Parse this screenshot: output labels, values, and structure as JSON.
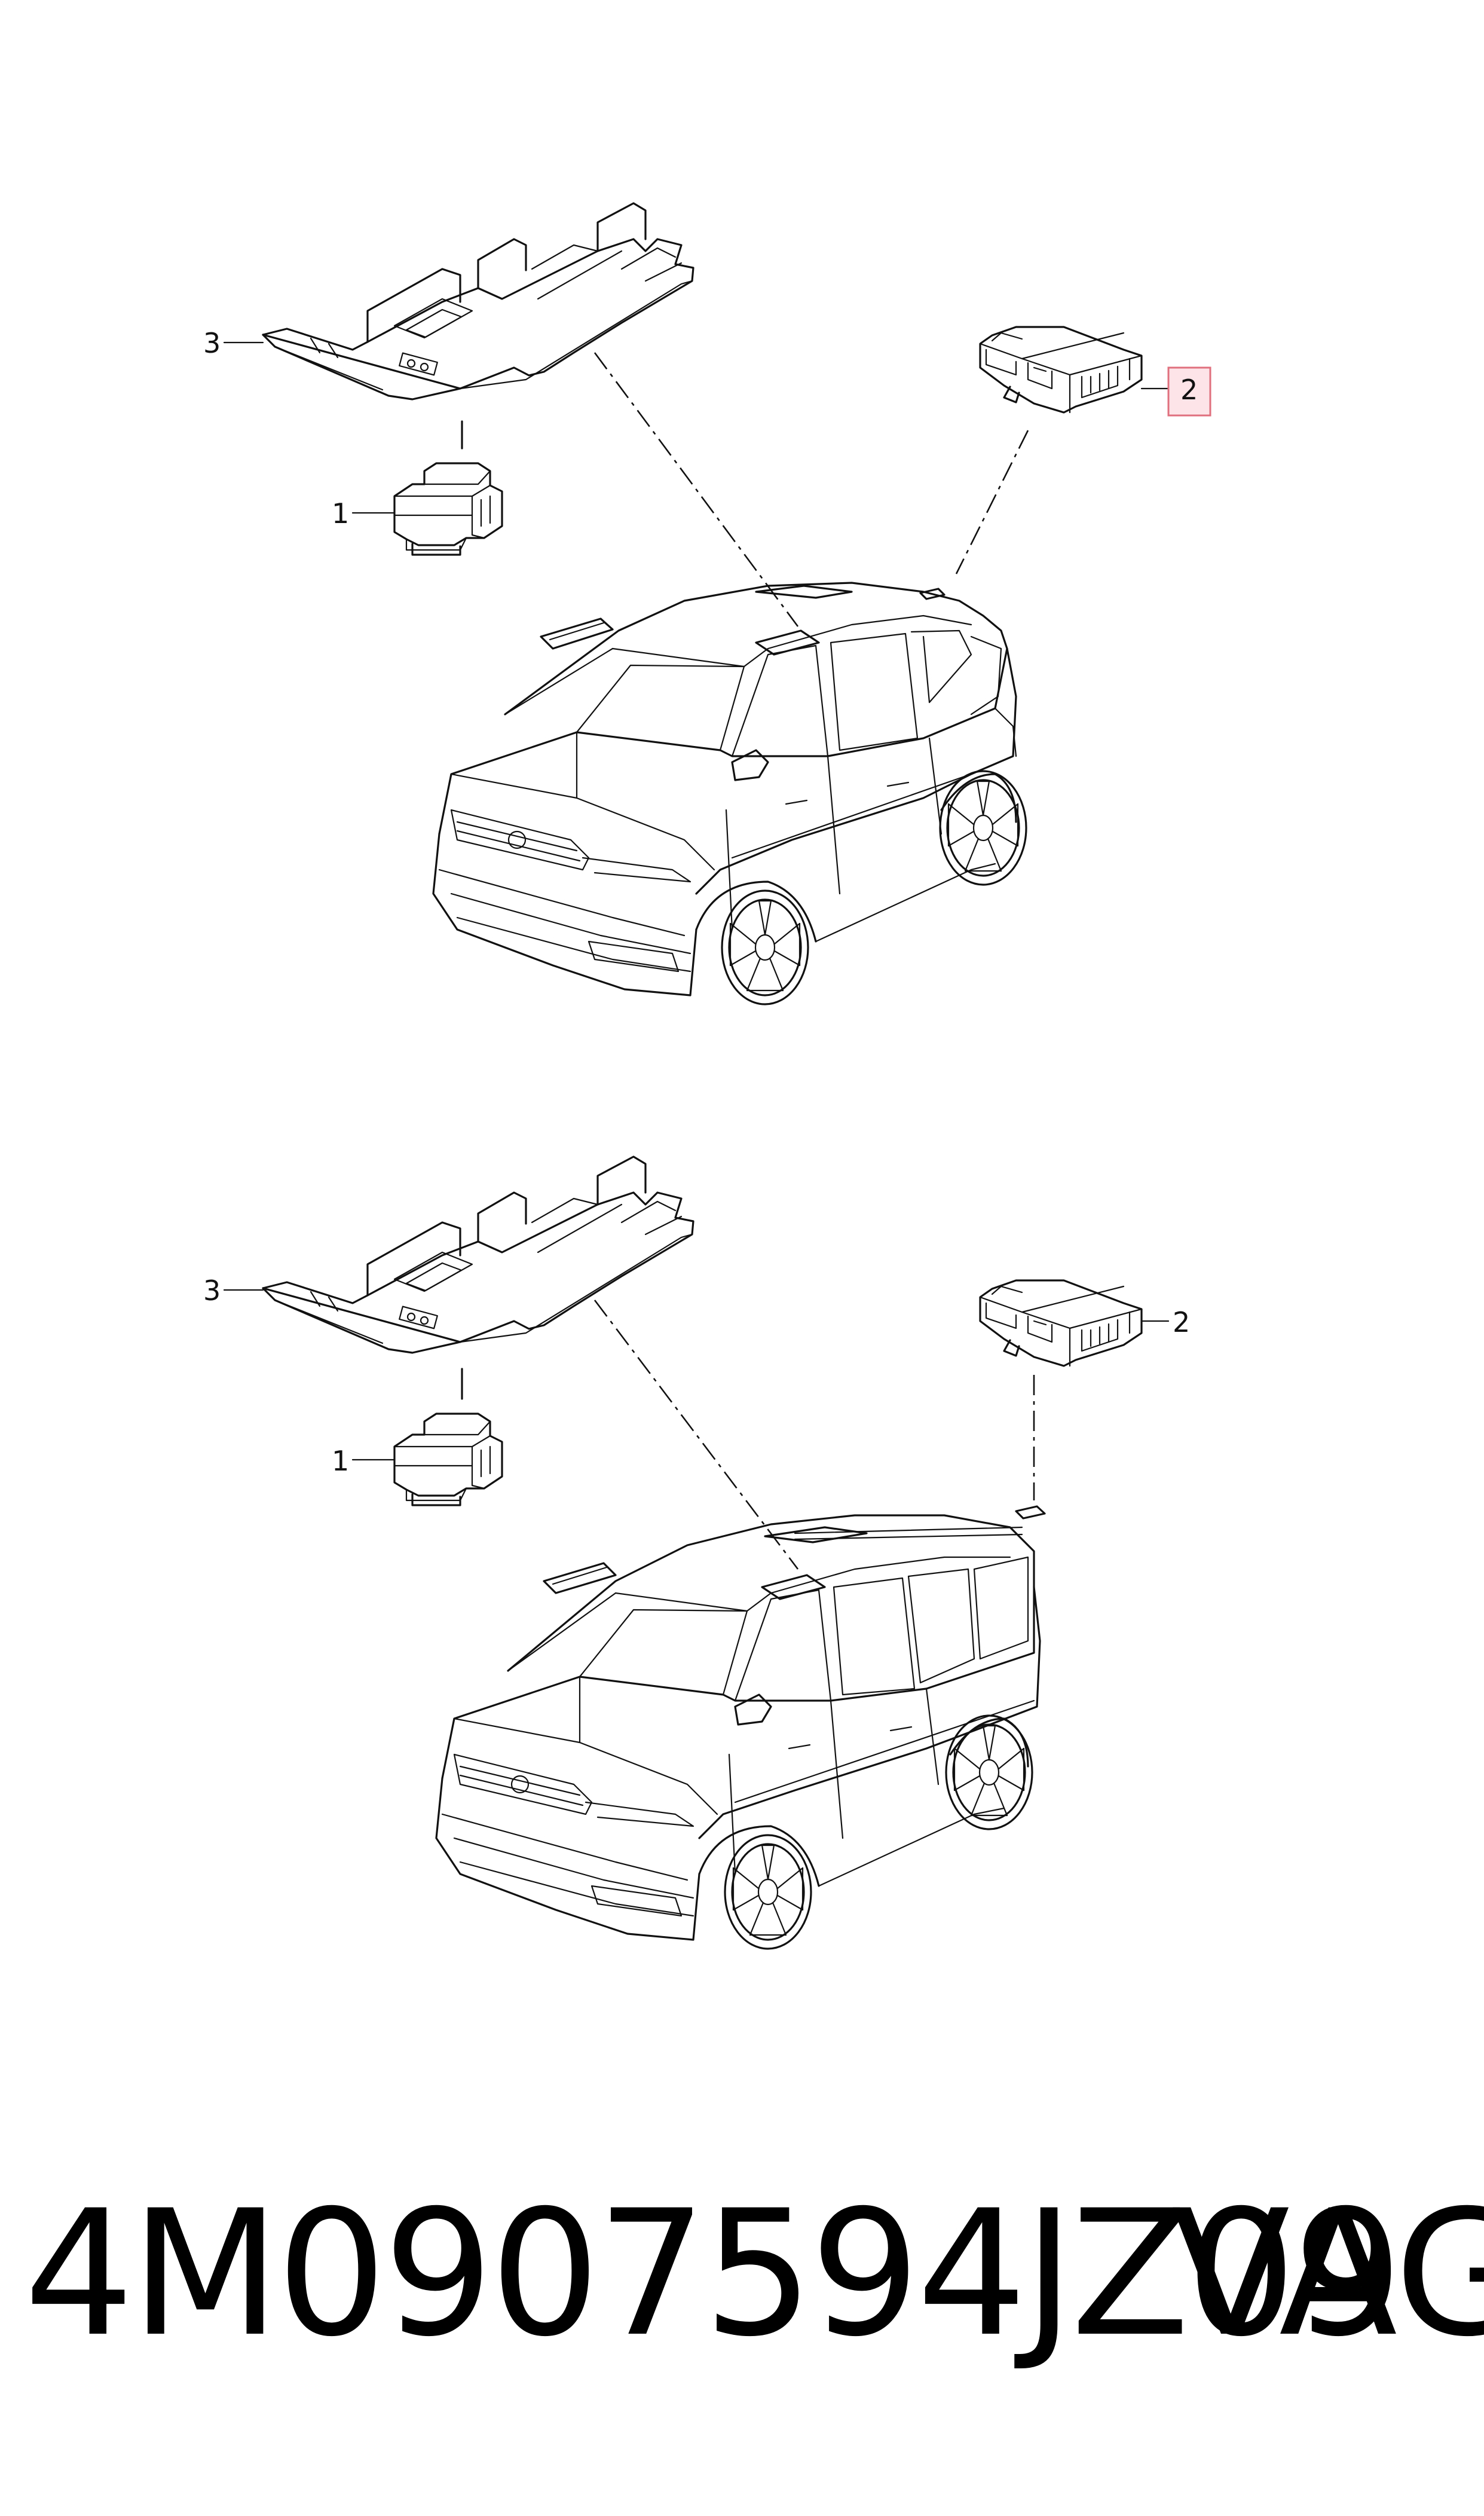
{
  "diagram": {
    "top": {
      "callouts": [
        {
          "number": "1"
        },
        {
          "number": "2",
          "highlighted": true
        },
        {
          "number": "3"
        }
      ]
    },
    "bottom": {
      "callouts": [
        {
          "number": "1"
        },
        {
          "number": "2"
        },
        {
          "number": "3"
        }
      ]
    },
    "highlight_color": "#fde4e8"
  },
  "footer": {
    "part_number": "4M0907594JZ09",
    "brand": "VAG"
  }
}
